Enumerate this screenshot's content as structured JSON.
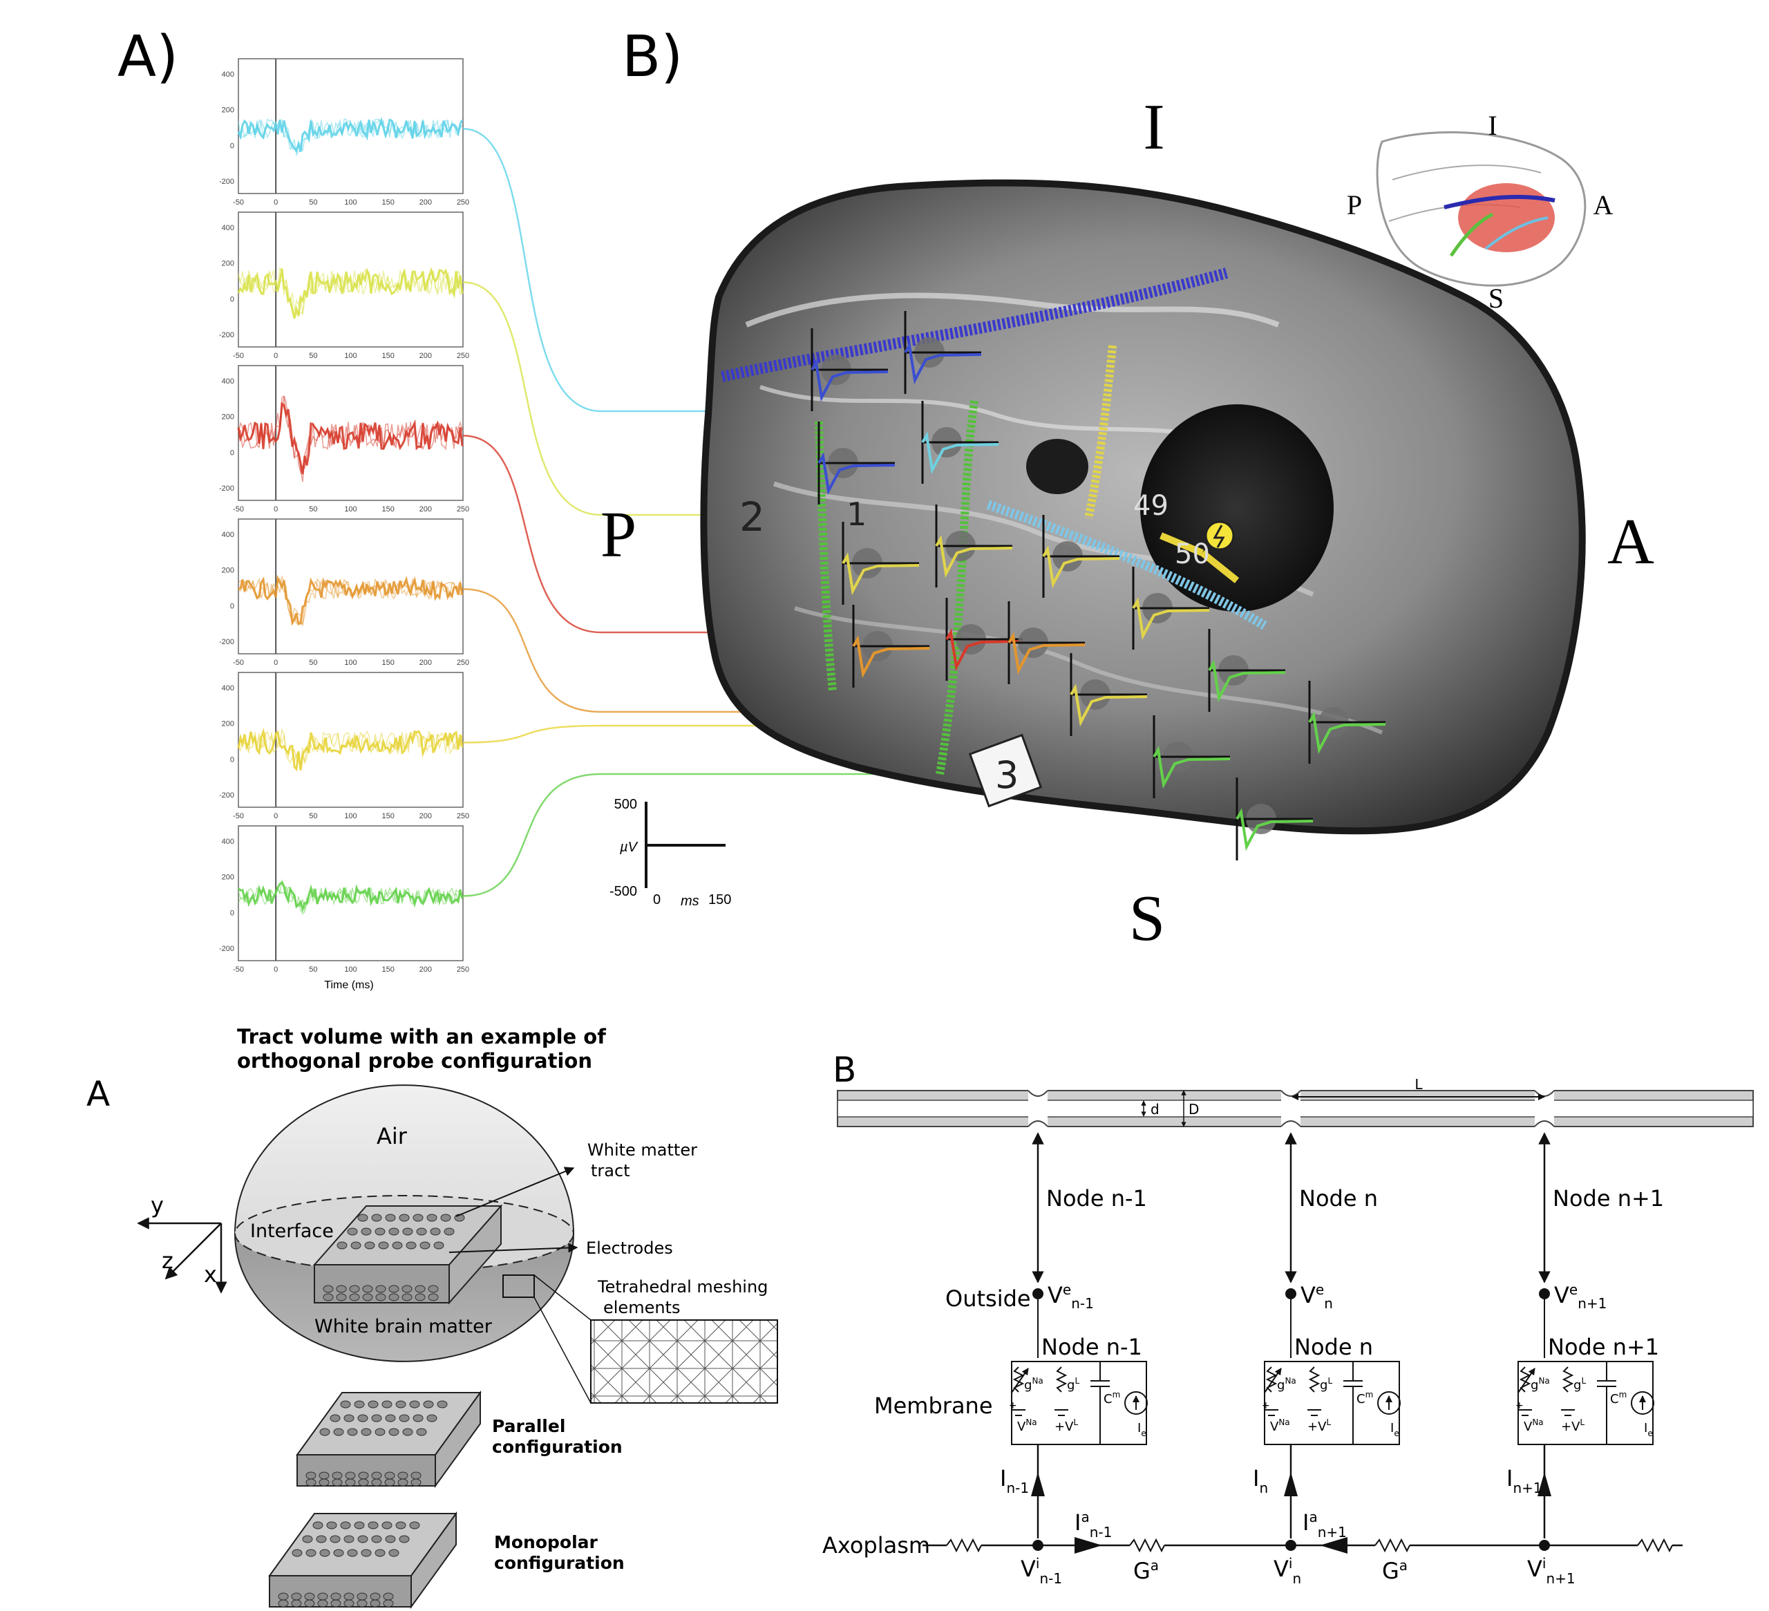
{
  "top": {
    "panel_a_label": "A)",
    "panel_b_label": "B)",
    "erp_plots": {
      "y_ticks": [
        "400",
        "200",
        "0",
        "-200"
      ],
      "x_ticks": [
        "-50",
        "0",
        "50",
        "100",
        "150",
        "200",
        "250"
      ],
      "x_axis_label": "Time (ms)",
      "traces": [
        {
          "name": "cyan",
          "color": "#5fd3e8"
        },
        {
          "name": "yellow-green",
          "color": "#d9e24a"
        },
        {
          "name": "red",
          "color": "#d63a2a"
        },
        {
          "name": "orange",
          "color": "#e3962e"
        },
        {
          "name": "yellow",
          "color": "#e8d43a"
        },
        {
          "name": "green",
          "color": "#63d14a"
        }
      ]
    },
    "orientation": {
      "top": "I",
      "left": "P",
      "right": "A",
      "bottom": "S"
    },
    "inset_orientation": {
      "top": "I",
      "left": "P",
      "right": "A",
      "bottom": "S"
    },
    "tissue_numbers": [
      "2",
      "1",
      "3",
      "49",
      "50"
    ],
    "scale_bar": {
      "top_value": "500",
      "unit_v": "µV",
      "bottom_value": "-500",
      "x_start": "0",
      "unit_t": "ms",
      "x_end": "150"
    }
  },
  "bottom_left": {
    "panel_label": "A",
    "title_line1": "Tract volume with an example of",
    "title_line2": "orthogonal probe configuration",
    "air": "Air",
    "interface": "Interface",
    "white_brain_matter": "White brain matter",
    "white_matter_tract_line1": "White matter",
    "white_matter_tract_line2": "tract",
    "electrodes": "Electrodes",
    "mesh_line1": "Tetrahedral meshing",
    "mesh_line2": "elements",
    "axis_y": "y",
    "axis_z": "z",
    "axis_x": "x",
    "parallel_line1": "Parallel",
    "parallel_line2": "configuration",
    "monopolar_line1": "Monopolar",
    "monopolar_line2": "configuration"
  },
  "bottom_right": {
    "panel_label": "B",
    "dim_L": "L",
    "dim_d": "d",
    "dim_D": "D",
    "node_prev": "Node n-1",
    "node_curr": "Node n",
    "node_next": "Node n+1",
    "outside": "Outside",
    "membrane": "Membrane",
    "axoplasm": "Axoplasm",
    "ve_base": "V",
    "ve_sup": "e",
    "sub_prev": "n-1",
    "sub_curr": "n",
    "sub_next": "n+1",
    "vi_sup": "i",
    "current_base": "I",
    "axial_sup": "a",
    "G_base": "G",
    "G_sup": "a",
    "g_base": "g",
    "na": "Na",
    "l": "L",
    "c_base": "C",
    "m": "m",
    "i_base": "I",
    "e": "e",
    "v_base": "V",
    "plus": "+"
  }
}
